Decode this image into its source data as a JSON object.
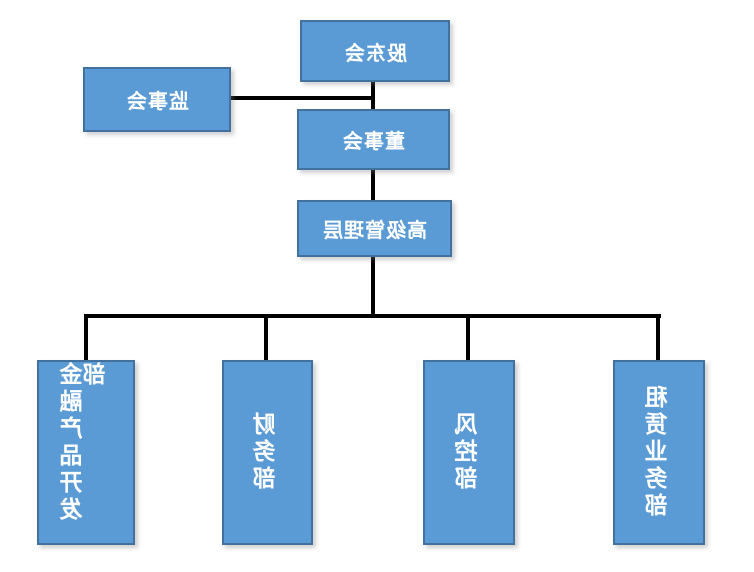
{
  "diagram": {
    "type": "org-chart",
    "text_mirrored": true,
    "nodes": {
      "shareholders": {
        "label": "股东会"
      },
      "supervisors": {
        "label": "监事会"
      },
      "directors": {
        "label": "董事会"
      },
      "senior_management": {
        "label": "高级管理层"
      },
      "financial_product_dept": {
        "label": "金融产品开发部"
      },
      "finance_dept": {
        "label": "财务部"
      },
      "risk_control_dept": {
        "label": "风控部"
      },
      "leasing_business_dept": {
        "label": "租赁业务部"
      }
    },
    "edges": [
      {
        "from": "shareholders",
        "to": "directors"
      },
      {
        "from": "supervisors",
        "to": "directors"
      },
      {
        "from": "directors",
        "to": "senior_management"
      },
      {
        "from": "senior_management",
        "to": "financial_product_dept"
      },
      {
        "from": "senior_management",
        "to": "finance_dept"
      },
      {
        "from": "senior_management",
        "to": "risk_control_dept"
      },
      {
        "from": "senior_management",
        "to": "leasing_business_dept"
      }
    ],
    "colors": {
      "node_fill": "#5B9BD5",
      "node_border": "#41719C",
      "connector": "#000000",
      "text": "#FFFFFF",
      "background": "#FFFFFF"
    }
  }
}
